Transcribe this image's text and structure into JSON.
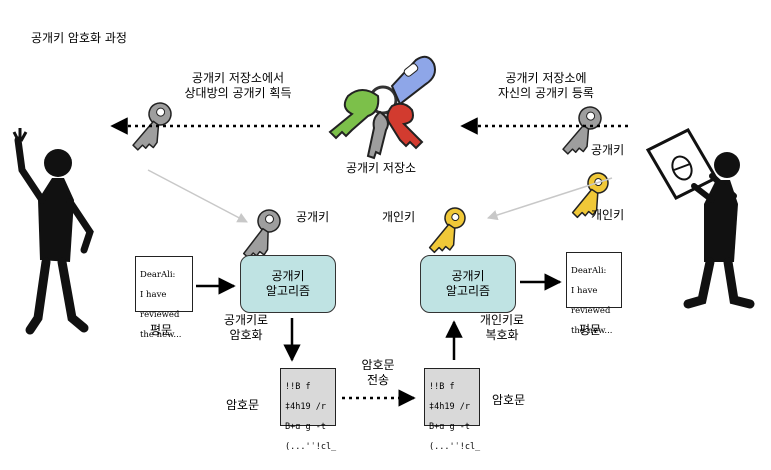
{
  "title": "공개키 암호화 과정",
  "key_store_label": "공개키 저장소",
  "left_top_label": [
    "공개키 저장소에서",
    "상대방의 공개키 획득"
  ],
  "right_top_label": [
    "공개키 저장소에",
    "자신의 공개키 등록"
  ],
  "right_key_labels": {
    "public": "공개키",
    "private": "개인키"
  },
  "left_algo": {
    "key_label": "공개키",
    "box": [
      "공개키",
      "알고리즘"
    ],
    "action": [
      "공개키로",
      "암호화"
    ]
  },
  "right_algo": {
    "key_label": "개인키",
    "box": [
      "공개키",
      "알고리즘"
    ],
    "action": [
      "개인키로",
      "복호화"
    ]
  },
  "plaintext_label": "평문",
  "plaintext_doc": [
    "DearAli:",
    "I have",
    "reviewed",
    "the new..."
  ],
  "ciphertext_label": "암호문",
  "ciphertext_doc": [
    "!!B f",
    "‡4h19 /r",
    "B+ɑ g -t",
    "(...'ˈ!cl_"
  ],
  "transmit_label": [
    "암호문",
    "전송"
  ],
  "icons": [
    "person-waving-icon",
    "person-holding-sign-icon",
    "key-ring-icon",
    "key-icon"
  ],
  "colors": {
    "box_fill": "#bfe3e3",
    "public_key": "#9e9e9e",
    "private_key": "#f0c838",
    "ring_blue": "#8ea6e8",
    "ring_red": "#d23b2f",
    "ring_green": "#7cc04a"
  }
}
